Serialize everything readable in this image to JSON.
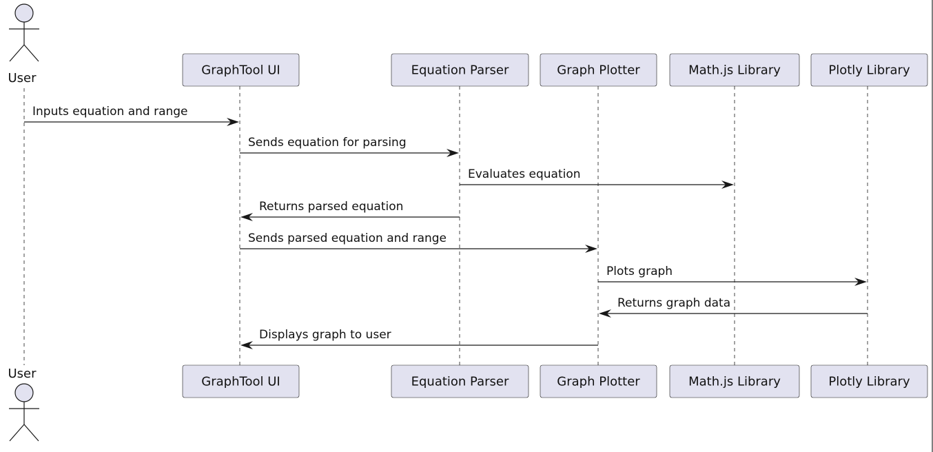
{
  "diagram": {
    "actor": {
      "name": "User"
    },
    "participants": [
      {
        "id": "ui",
        "label": "GraphTool UI"
      },
      {
        "id": "parser",
        "label": "Equation Parser"
      },
      {
        "id": "plotter",
        "label": "Graph Plotter"
      },
      {
        "id": "mathjs",
        "label": "Math.js Library"
      },
      {
        "id": "plotly",
        "label": "Plotly Library"
      }
    ],
    "messages": [
      {
        "from": "user",
        "to": "ui",
        "label": "Inputs equation and range"
      },
      {
        "from": "ui",
        "to": "parser",
        "label": "Sends equation for parsing"
      },
      {
        "from": "parser",
        "to": "mathjs",
        "label": "Evaluates equation"
      },
      {
        "from": "parser",
        "to": "ui",
        "label": "Returns parsed equation"
      },
      {
        "from": "ui",
        "to": "plotter",
        "label": "Sends parsed equation and range"
      },
      {
        "from": "plotter",
        "to": "plotly",
        "label": "Plots graph"
      },
      {
        "from": "plotly",
        "to": "plotter",
        "label": "Returns graph data"
      },
      {
        "from": "plotter",
        "to": "ui",
        "label": "Displays graph to user"
      }
    ]
  }
}
